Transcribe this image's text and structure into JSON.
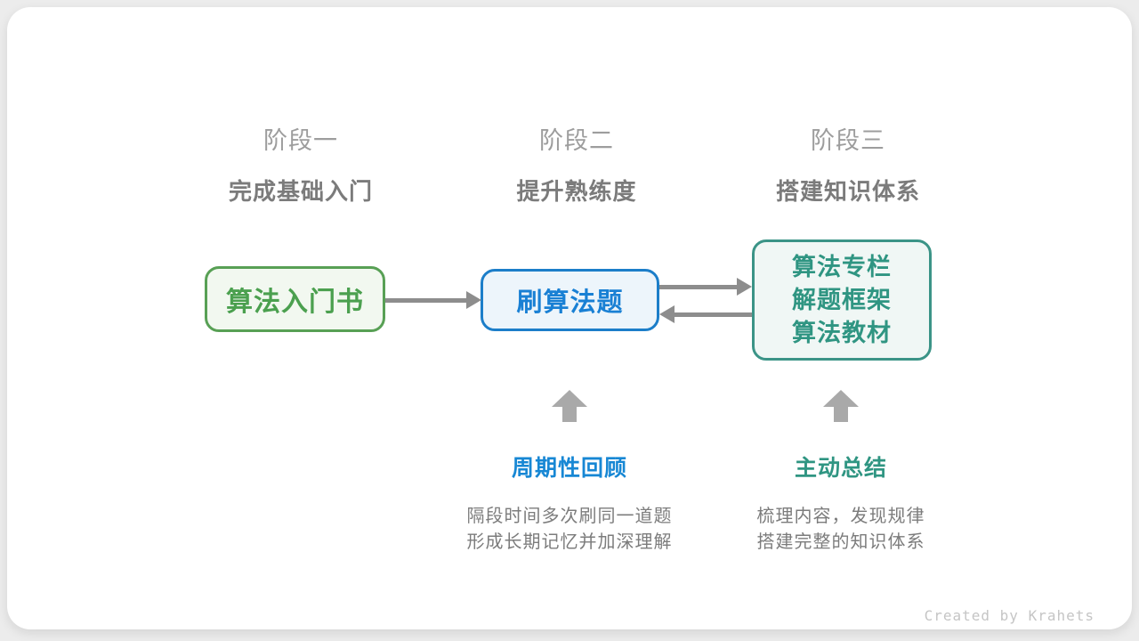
{
  "stages": [
    {
      "label": "阶段一",
      "subtitle": "完成基础入门"
    },
    {
      "label": "阶段二",
      "subtitle": "提升熟练度"
    },
    {
      "label": "阶段三",
      "subtitle": "搭建知识体系"
    }
  ],
  "boxes": {
    "intro_book": {
      "text": "算法入门书"
    },
    "practice": {
      "text": "刷算法题"
    },
    "resources": {
      "lines": [
        "算法专栏",
        "解题框架",
        "算法教材"
      ]
    }
  },
  "annotations": [
    {
      "title": "周期性回顾",
      "desc_line1": "隔段时间多次刷同一道题",
      "desc_line2": "形成长期记忆并加深理解"
    },
    {
      "title": "主动总结",
      "desc_line1": "梳理内容，发现规律",
      "desc_line2": "搭建完整的知识体系"
    }
  ],
  "footer": {
    "credit": "Created by Krahets"
  },
  "colors": {
    "green_border": "#58a055",
    "green_text": "#4ba04f",
    "green_fill": "#f2f8f0",
    "blue_border": "#1c7ec9",
    "blue_text": "#1980d4",
    "blue_fill": "#edf5fb",
    "teal_border": "#3b9487",
    "teal_text": "#2f9582",
    "teal_fill": "#f0f7f5",
    "arrow_gray": "#8d8d8d",
    "up_arrow_gray": "#a9a9a9",
    "header_gray": "#9d9d9d",
    "subtitle_gray": "#7b7b7b",
    "desc_gray": "#7c7c7c",
    "credit_gray": "#c5c5c5",
    "card_bg": "#ffffff",
    "page_bg": "#ececec"
  }
}
